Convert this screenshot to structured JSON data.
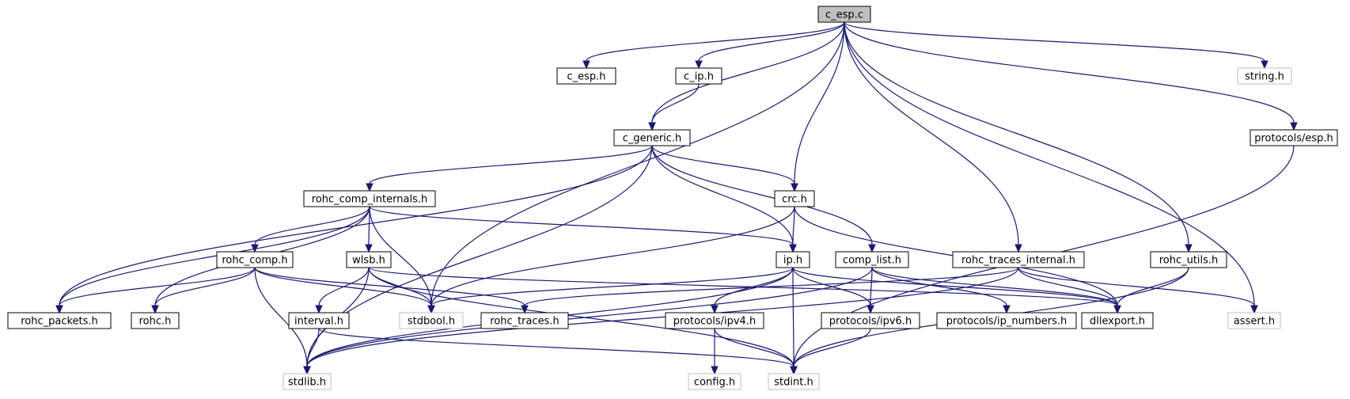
{
  "graph": {
    "edge_color": "#191970",
    "nodes": [
      {
        "id": "c_esp_c",
        "label": "c_esp.c",
        "style": "root",
        "fill": "#bfbfbf",
        "stroke": "#000000"
      },
      {
        "id": "c_esp_h",
        "label": "c_esp.h",
        "style": "normal"
      },
      {
        "id": "c_ip_h",
        "label": "c_ip.h",
        "style": "normal"
      },
      {
        "id": "string_h",
        "label": "string.h",
        "style": "external"
      },
      {
        "id": "c_generic_h",
        "label": "c_generic.h",
        "style": "normal"
      },
      {
        "id": "protocols_esp_h",
        "label": "protocols/esp.h",
        "style": "normal"
      },
      {
        "id": "rohc_comp_internals_h",
        "label": "rohc_comp_internals.h",
        "style": "normal"
      },
      {
        "id": "crc_h",
        "label": "crc.h",
        "style": "normal"
      },
      {
        "id": "rohc_comp_h",
        "label": "rohc_comp.h",
        "style": "normal"
      },
      {
        "id": "wlsb_h",
        "label": "wlsb.h",
        "style": "normal"
      },
      {
        "id": "ip_h",
        "label": "ip.h",
        "style": "normal"
      },
      {
        "id": "comp_list_h",
        "label": "comp_list.h",
        "style": "normal"
      },
      {
        "id": "rohc_traces_internal_h",
        "label": "rohc_traces_internal.h",
        "style": "normal"
      },
      {
        "id": "rohc_utils_h",
        "label": "rohc_utils.h",
        "style": "normal"
      },
      {
        "id": "rohc_packets_h",
        "label": "rohc_packets.h",
        "style": "normal"
      },
      {
        "id": "rohc_h",
        "label": "rohc.h",
        "style": "normal"
      },
      {
        "id": "stdbool_h",
        "label": "stdbool.h",
        "style": "external"
      },
      {
        "id": "rohc_traces_h",
        "label": "rohc_traces.h",
        "style": "normal"
      },
      {
        "id": "interval_h",
        "label": "interval.h",
        "style": "normal"
      },
      {
        "id": "protocols_ipv4_h",
        "label": "protocols/ipv4.h",
        "style": "normal"
      },
      {
        "id": "protocols_ipv6_h",
        "label": "protocols/ipv6.h",
        "style": "normal"
      },
      {
        "id": "protocols_ip_numbers_h",
        "label": "protocols/ip_numbers.h",
        "style": "normal"
      },
      {
        "id": "dllexport_h",
        "label": "dllexport.h",
        "style": "normal"
      },
      {
        "id": "assert_h",
        "label": "assert.h",
        "style": "external"
      },
      {
        "id": "stdlib_h",
        "label": "stdlib.h",
        "style": "external"
      },
      {
        "id": "config_h",
        "label": "config.h",
        "style": "external"
      },
      {
        "id": "stdint_h",
        "label": "stdint.h",
        "style": "external"
      }
    ],
    "edges": [
      [
        "c_esp_c",
        "c_esp_h"
      ],
      [
        "c_esp_c",
        "c_ip_h"
      ],
      [
        "c_esp_c",
        "c_generic_h"
      ],
      [
        "c_esp_c",
        "stdbool_h"
      ],
      [
        "c_esp_c",
        "crc_h"
      ],
      [
        "c_esp_c",
        "rohc_traces_internal_h"
      ],
      [
        "c_esp_c",
        "assert_h"
      ],
      [
        "c_esp_c",
        "rohc_utils_h"
      ],
      [
        "c_esp_c",
        "protocols_esp_h"
      ],
      [
        "c_esp_c",
        "string_h"
      ],
      [
        "c_ip_h",
        "c_generic_h"
      ],
      [
        "c_generic_h",
        "rohc_comp_internals_h"
      ],
      [
        "c_generic_h",
        "crc_h"
      ],
      [
        "c_generic_h",
        "rohc_packets_h"
      ],
      [
        "c_generic_h",
        "comp_list_h"
      ],
      [
        "c_generic_h",
        "ip_h"
      ],
      [
        "c_generic_h",
        "stdlib_h"
      ],
      [
        "rohc_comp_internals_h",
        "rohc_packets_h"
      ],
      [
        "rohc_comp_internals_h",
        "rohc_comp_h"
      ],
      [
        "rohc_comp_internals_h",
        "wlsb_h"
      ],
      [
        "rohc_comp_internals_h",
        "ip_h"
      ],
      [
        "rohc_comp_internals_h",
        "stdbool_h"
      ],
      [
        "rohc_comp_internals_h",
        "rohc_h"
      ],
      [
        "crc_h",
        "ip_h"
      ],
      [
        "crc_h",
        "stdbool_h"
      ],
      [
        "crc_h",
        "dllexport_h"
      ],
      [
        "rohc_comp_h",
        "rohc_packets_h"
      ],
      [
        "rohc_comp_h",
        "rohc_h"
      ],
      [
        "rohc_comp_h",
        "rohc_traces_h"
      ],
      [
        "rohc_comp_h",
        "stdbool_h"
      ],
      [
        "rohc_comp_h",
        "stdlib_h"
      ],
      [
        "wlsb_h",
        "interval_h"
      ],
      [
        "wlsb_h",
        "stdbool_h"
      ],
      [
        "wlsb_h",
        "dllexport_h"
      ],
      [
        "wlsb_h",
        "stdint_h"
      ],
      [
        "wlsb_h",
        "stdlib_h"
      ],
      [
        "ip_h",
        "protocols_ipv4_h"
      ],
      [
        "ip_h",
        "protocols_ipv6_h"
      ],
      [
        "ip_h",
        "stdbool_h"
      ],
      [
        "ip_h",
        "stdint_h"
      ],
      [
        "ip_h",
        "dllexport_h"
      ],
      [
        "ip_h",
        "stdlib_h"
      ],
      [
        "comp_list_h",
        "protocols_ipv6_h"
      ],
      [
        "comp_list_h",
        "protocols_ip_numbers_h"
      ],
      [
        "comp_list_h",
        "dllexport_h"
      ],
      [
        "comp_list_h",
        "stdlib_h"
      ],
      [
        "rohc_traces_internal_h",
        "rohc_traces_h"
      ],
      [
        "rohc_traces_internal_h",
        "dllexport_h"
      ],
      [
        "rohc_traces_internal_h",
        "assert_h"
      ],
      [
        "rohc_traces_internal_h",
        "stdlib_h"
      ],
      [
        "rohc_utils_h",
        "dllexport_h"
      ],
      [
        "rohc_utils_h",
        "stdint_h"
      ],
      [
        "protocols_esp_h",
        "stdint_h"
      ],
      [
        "interval_h",
        "stdlib_h"
      ],
      [
        "interval_h",
        "stdint_h"
      ],
      [
        "protocols_ipv4_h",
        "config_h"
      ],
      [
        "protocols_ipv4_h",
        "stdint_h"
      ],
      [
        "protocols_ipv6_h",
        "stdint_h"
      ]
    ]
  }
}
